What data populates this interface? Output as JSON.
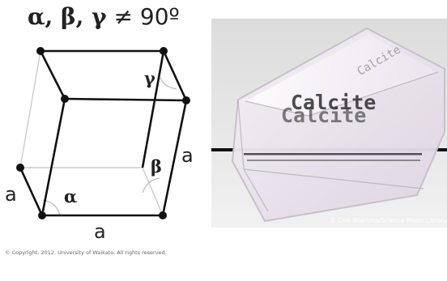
{
  "diagram": {
    "title_bold": "α, β, γ",
    "title_rest": " ≠ 90º",
    "label_a_left": "a",
    "label_a_right": "a",
    "label_a_bottom": "a",
    "label_alpha": "α",
    "label_beta": "β",
    "label_gamma": "γ"
  },
  "photo": {
    "crystal_text_top": "Calcite",
    "crystal_text_bottom": "Calcite",
    "crystal_text_faint": "Calcite",
    "credit": "© Dirk Wiersma/Science Photo Library"
  },
  "footer": {
    "copyright": "© Copyright. 2012. University of Waikato. All rights reserved."
  },
  "colors": {
    "edge": "#111111",
    "hidden_edge": "#cccccc",
    "photo_background": "#e6e6e6",
    "crystal_tint": "#efe9f0",
    "crystal_text": "#353535"
  }
}
